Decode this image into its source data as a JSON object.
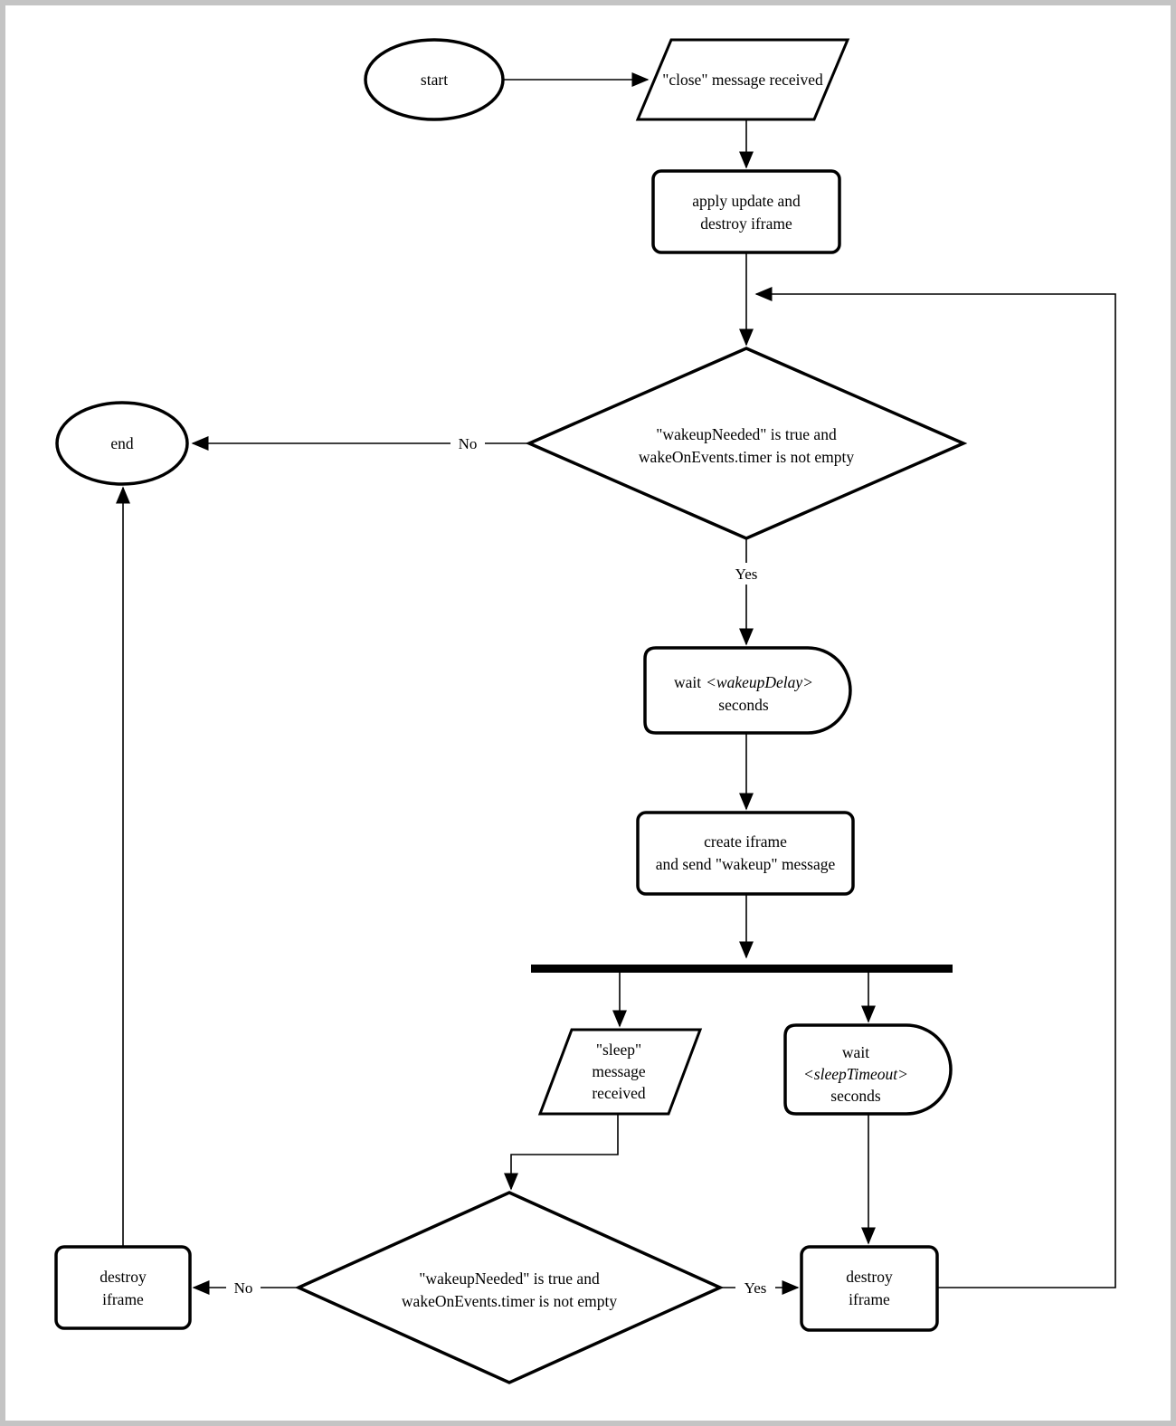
{
  "frame_color": "#c4c4c4",
  "canvas_color": "#ffffff",
  "stroke_color": "#000000",
  "diagram": {
    "start": "start",
    "close_received": "\"close\" message received",
    "apply_update": {
      "l1": "apply update and",
      "l2": "destroy iframe"
    },
    "decision_top": {
      "l1": "\"wakeupNeeded\" is true and",
      "l2": "wakeOnEvents.timer is not empty"
    },
    "end": "end",
    "wait_wakeup": {
      "l1a": "wait",
      "l1b": "<wakeupDelay>",
      "l2": "seconds"
    },
    "create_iframe": {
      "l1": "create iframe",
      "l2": "and send \"wakeup\" message"
    },
    "sleep_received": {
      "l1": "\"sleep\"",
      "l2": "message",
      "l3": "received"
    },
    "wait_sleep": {
      "l1": "wait",
      "l2": "<sleepTimeout>",
      "l3": "seconds"
    },
    "decision_bottom": {
      "l1": "\"wakeupNeeded\" is true and",
      "l2": "wakeOnEvents.timer is not empty"
    },
    "destroy_left": {
      "l1": "destroy",
      "l2": "iframe"
    },
    "destroy_right": {
      "l1": "destroy",
      "l2": "iframe"
    },
    "labels": {
      "no_top": "No",
      "yes_top": "Yes",
      "no_bottom": "No",
      "yes_bottom": "Yes"
    }
  }
}
